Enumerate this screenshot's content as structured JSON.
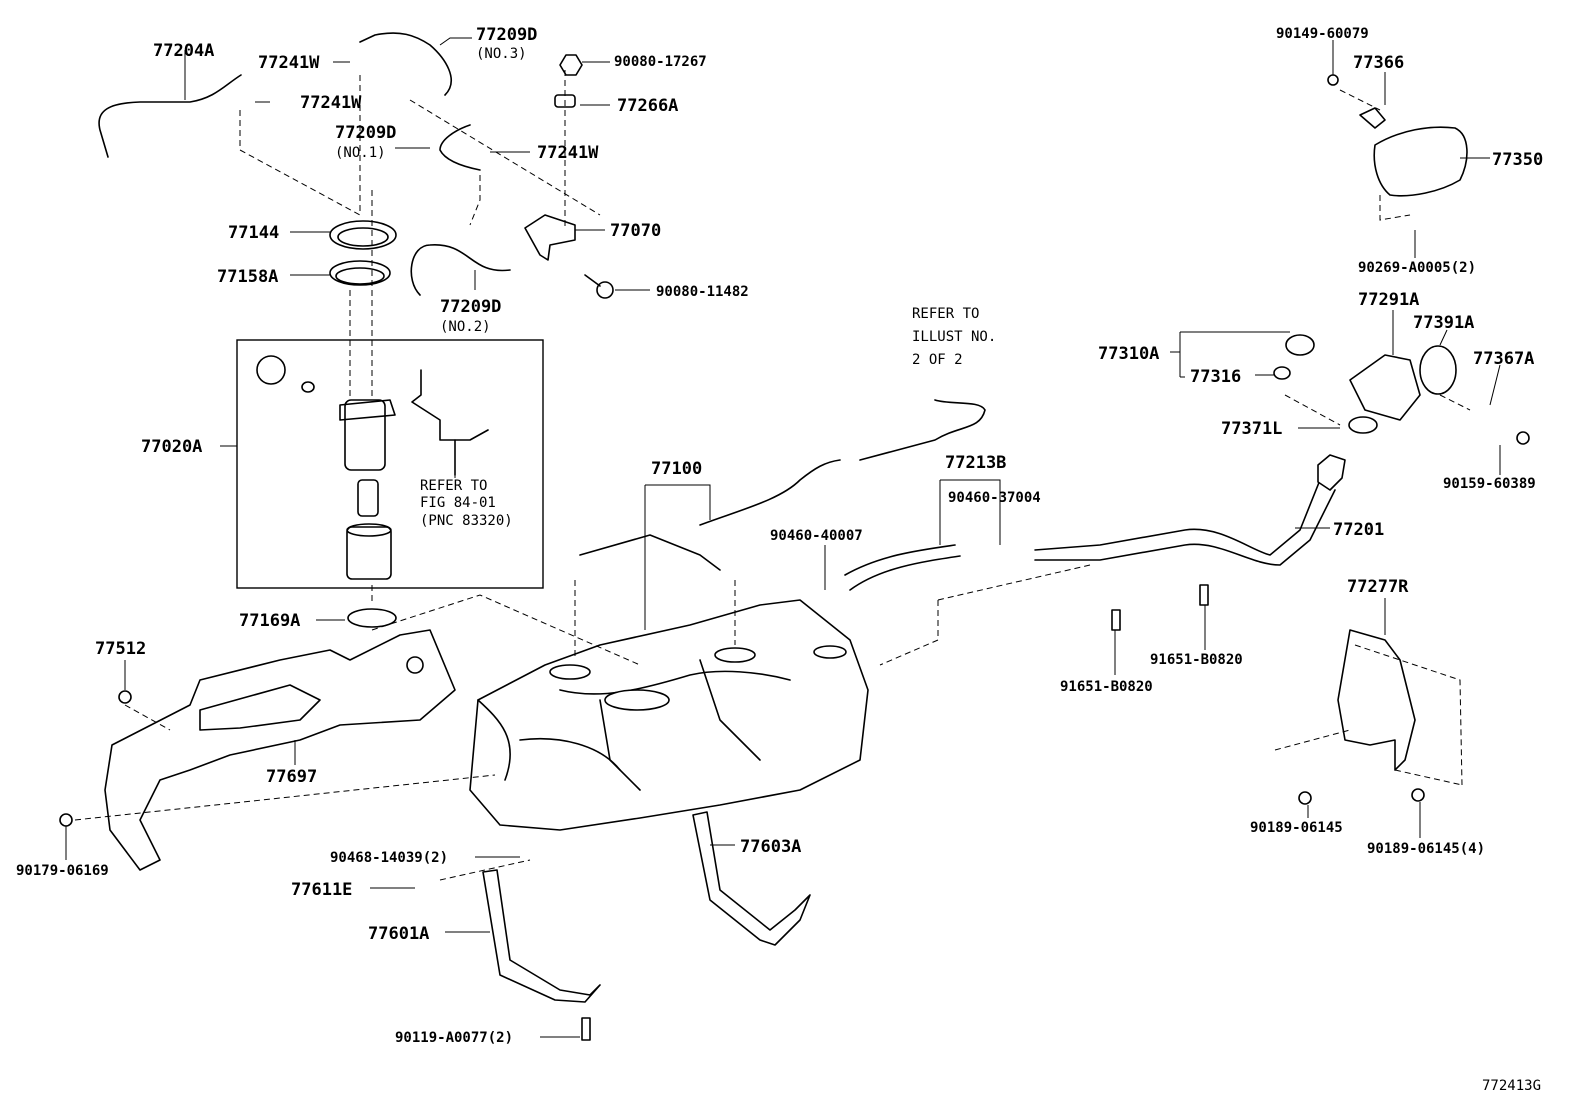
{
  "figure_code": "772413G",
  "labels": {
    "p77204A": "77204A",
    "p77241W_1": "77241W",
    "p77209D_3": "77209D",
    "p77209D_3_note": "(NO.3)",
    "p77241W_2": "77241W",
    "p90080_17267": "90080-17267",
    "p77266A": "77266A",
    "p77209D_1": "77209D",
    "p77209D_1_note": "(NO.1)",
    "p77241W_3": "77241W",
    "p77144": "77144",
    "p77070": "77070",
    "p77158A": "77158A",
    "p90080_11482": "90080-11482",
    "p77209D_2": "77209D",
    "p77209D_2_note": "(NO.2)",
    "p77020A": "77020A",
    "refer_fig_1": "REFER TO",
    "refer_fig_2": "FIG 84-01",
    "refer_fig_3": "(PNC 83320)",
    "p77169A": "77169A",
    "p77512": "77512",
    "p77697": "77697",
    "p90179_06169": "90179-06169",
    "p77100": "77100",
    "refer_illust_1": "REFER TO",
    "refer_illust_2": "ILLUST NO.",
    "refer_illust_3": "2 OF 2",
    "p77213B": "77213B",
    "p90460_37004": "90460-37004",
    "p90460_40007": "90460-40007",
    "p90468_14039": "90468-14039(2)",
    "p77611E": "77611E",
    "p77601A": "77601A",
    "p90119_A0077": "90119-A0077(2)",
    "p77603A": "77603A",
    "p91651_B0820_a": "91651-B0820",
    "p91651_B0820_b": "91651-B0820",
    "p77201": "77201",
    "p90149_60079": "90149-60079",
    "p77366": "77366",
    "p77350": "77350",
    "p90269_A0005": "90269-A0005(2)",
    "p77291A": "77291A",
    "p77391A": "77391A",
    "p77310A": "77310A",
    "p77316": "77316",
    "p77367A": "77367A",
    "p77371L": "77371L",
    "p90159_60389": "90159-60389",
    "p77277R": "77277R",
    "p90189_06145_a": "90189-06145",
    "p90189_06145_b": "90189-06145(4)"
  }
}
